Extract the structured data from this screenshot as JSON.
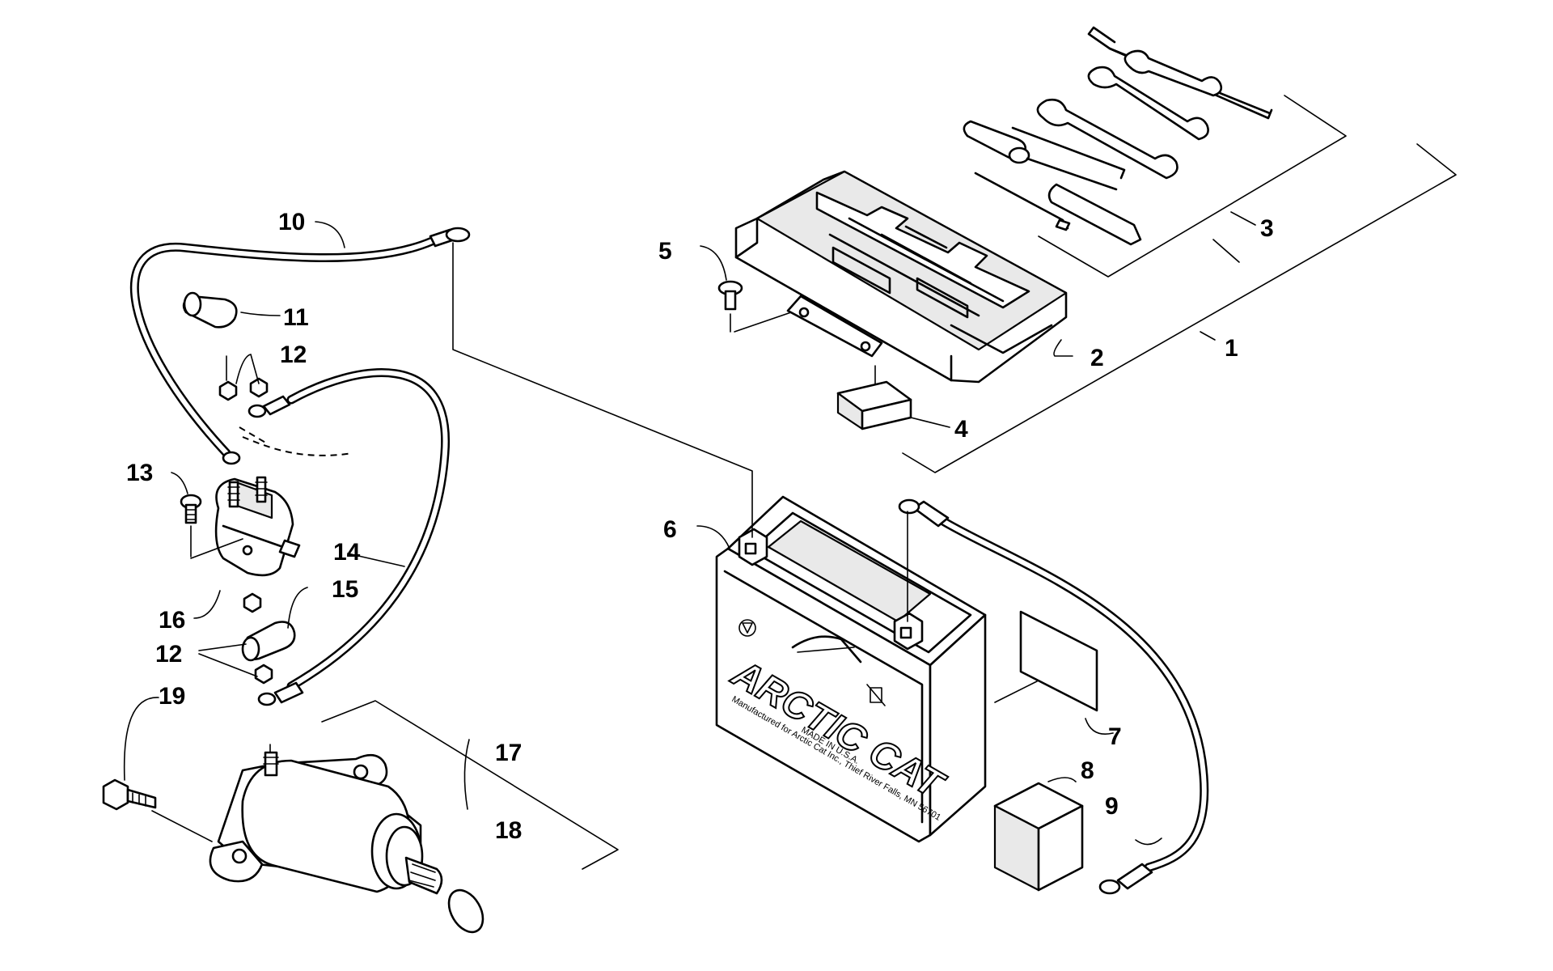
{
  "callouts": {
    "c1": "1",
    "c2": "2",
    "c3": "3",
    "c4": "4",
    "c5": "5",
    "c6": "6",
    "c7": "7",
    "c8": "8",
    "c9": "9",
    "c10": "10",
    "c11": "11",
    "c12a": "12",
    "c12b": "12",
    "c13": "13",
    "c14": "14",
    "c15": "15",
    "c16": "16",
    "c17": "17",
    "c18": "18",
    "c19": "19"
  },
  "battery_label": {
    "brand": "ARCTIC CAT",
    "line1": "Manufactured for Arctic Cat Inc., Thief River Falls, MN 56701",
    "line2": "MADE IN U.S.A."
  },
  "icons": [
    "recycle-icon",
    "no-trash-bin-icon",
    "cat-logo-icon"
  ],
  "colors": {
    "ink": "#000000",
    "paper": "#ffffff"
  }
}
